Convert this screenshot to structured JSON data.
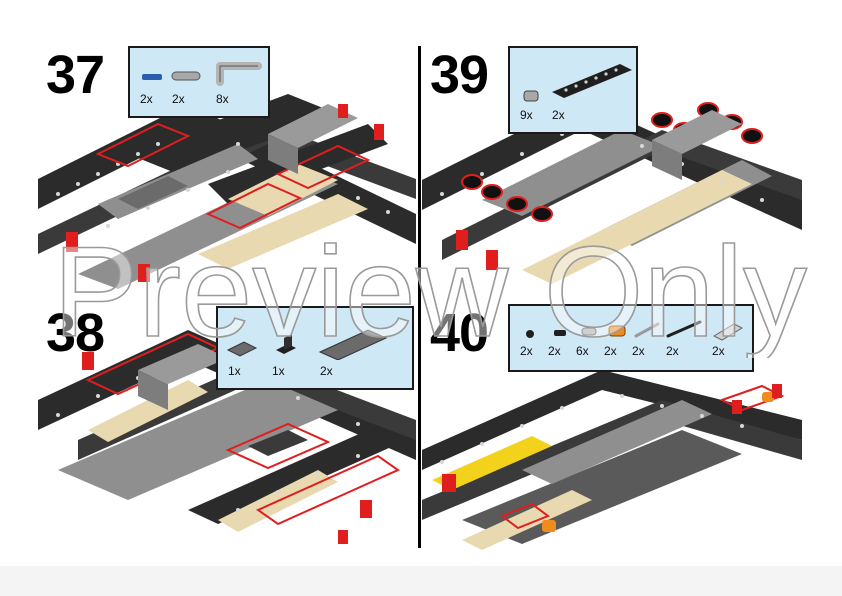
{
  "watermark": {
    "text": "Preview Only"
  },
  "steps": [
    {
      "number": "37",
      "parts": [
        {
          "qty": "2x",
          "icon": "blue-axle-pin-icon",
          "color": "#2a5db0"
        },
        {
          "qty": "2x",
          "icon": "grey-beam-icon",
          "color": "#a8a8a8"
        },
        {
          "qty": "8x",
          "icon": "grey-angled-beam-icon",
          "color": "#b4b4b4"
        }
      ]
    },
    {
      "number": "38",
      "parts": [
        {
          "qty": "1x",
          "icon": "dark-grey-plate-icon",
          "color": "#6b6b6b"
        },
        {
          "qty": "1x",
          "icon": "black-bracket-icon",
          "color": "#1f1f1f"
        },
        {
          "qty": "2x",
          "icon": "dark-grey-long-plate-icon",
          "color": "#6b6b6b"
        }
      ]
    },
    {
      "number": "39",
      "parts": [
        {
          "qty": "9x",
          "icon": "grey-connector-icon",
          "color": "#a8a8a8"
        },
        {
          "qty": "2x",
          "icon": "black-long-beam-icon",
          "color": "#1f1f1f"
        }
      ]
    },
    {
      "number": "40",
      "parts": [
        {
          "qty": "2x",
          "icon": "black-pin-icon",
          "color": "#1f1f1f"
        },
        {
          "qty": "2x",
          "icon": "black-peg-icon",
          "color": "#1f1f1f"
        },
        {
          "qty": "6x",
          "icon": "grey-pin-icon",
          "color": "#a8a8a8"
        },
        {
          "qty": "2x",
          "icon": "orange-connector-icon",
          "color": "#f08c1e"
        },
        {
          "qty": "2x",
          "icon": "grey-axle-icon",
          "color": "#9a9a9a"
        },
        {
          "qty": "2x",
          "icon": "black-long-axle-icon",
          "color": "#1f1f1f"
        },
        {
          "qty": "2x",
          "icon": "light-grey-beam-icon",
          "color": "#d0d0d0"
        }
      ]
    }
  ],
  "colors": {
    "box_fill": "#cfe8f6",
    "beam_black": "#2b2b2b",
    "beam_grey": "#8f8f8f",
    "highlight_red": "#e01e1e",
    "tan": "#e8d9b0",
    "yellow": "#f2d21a"
  }
}
